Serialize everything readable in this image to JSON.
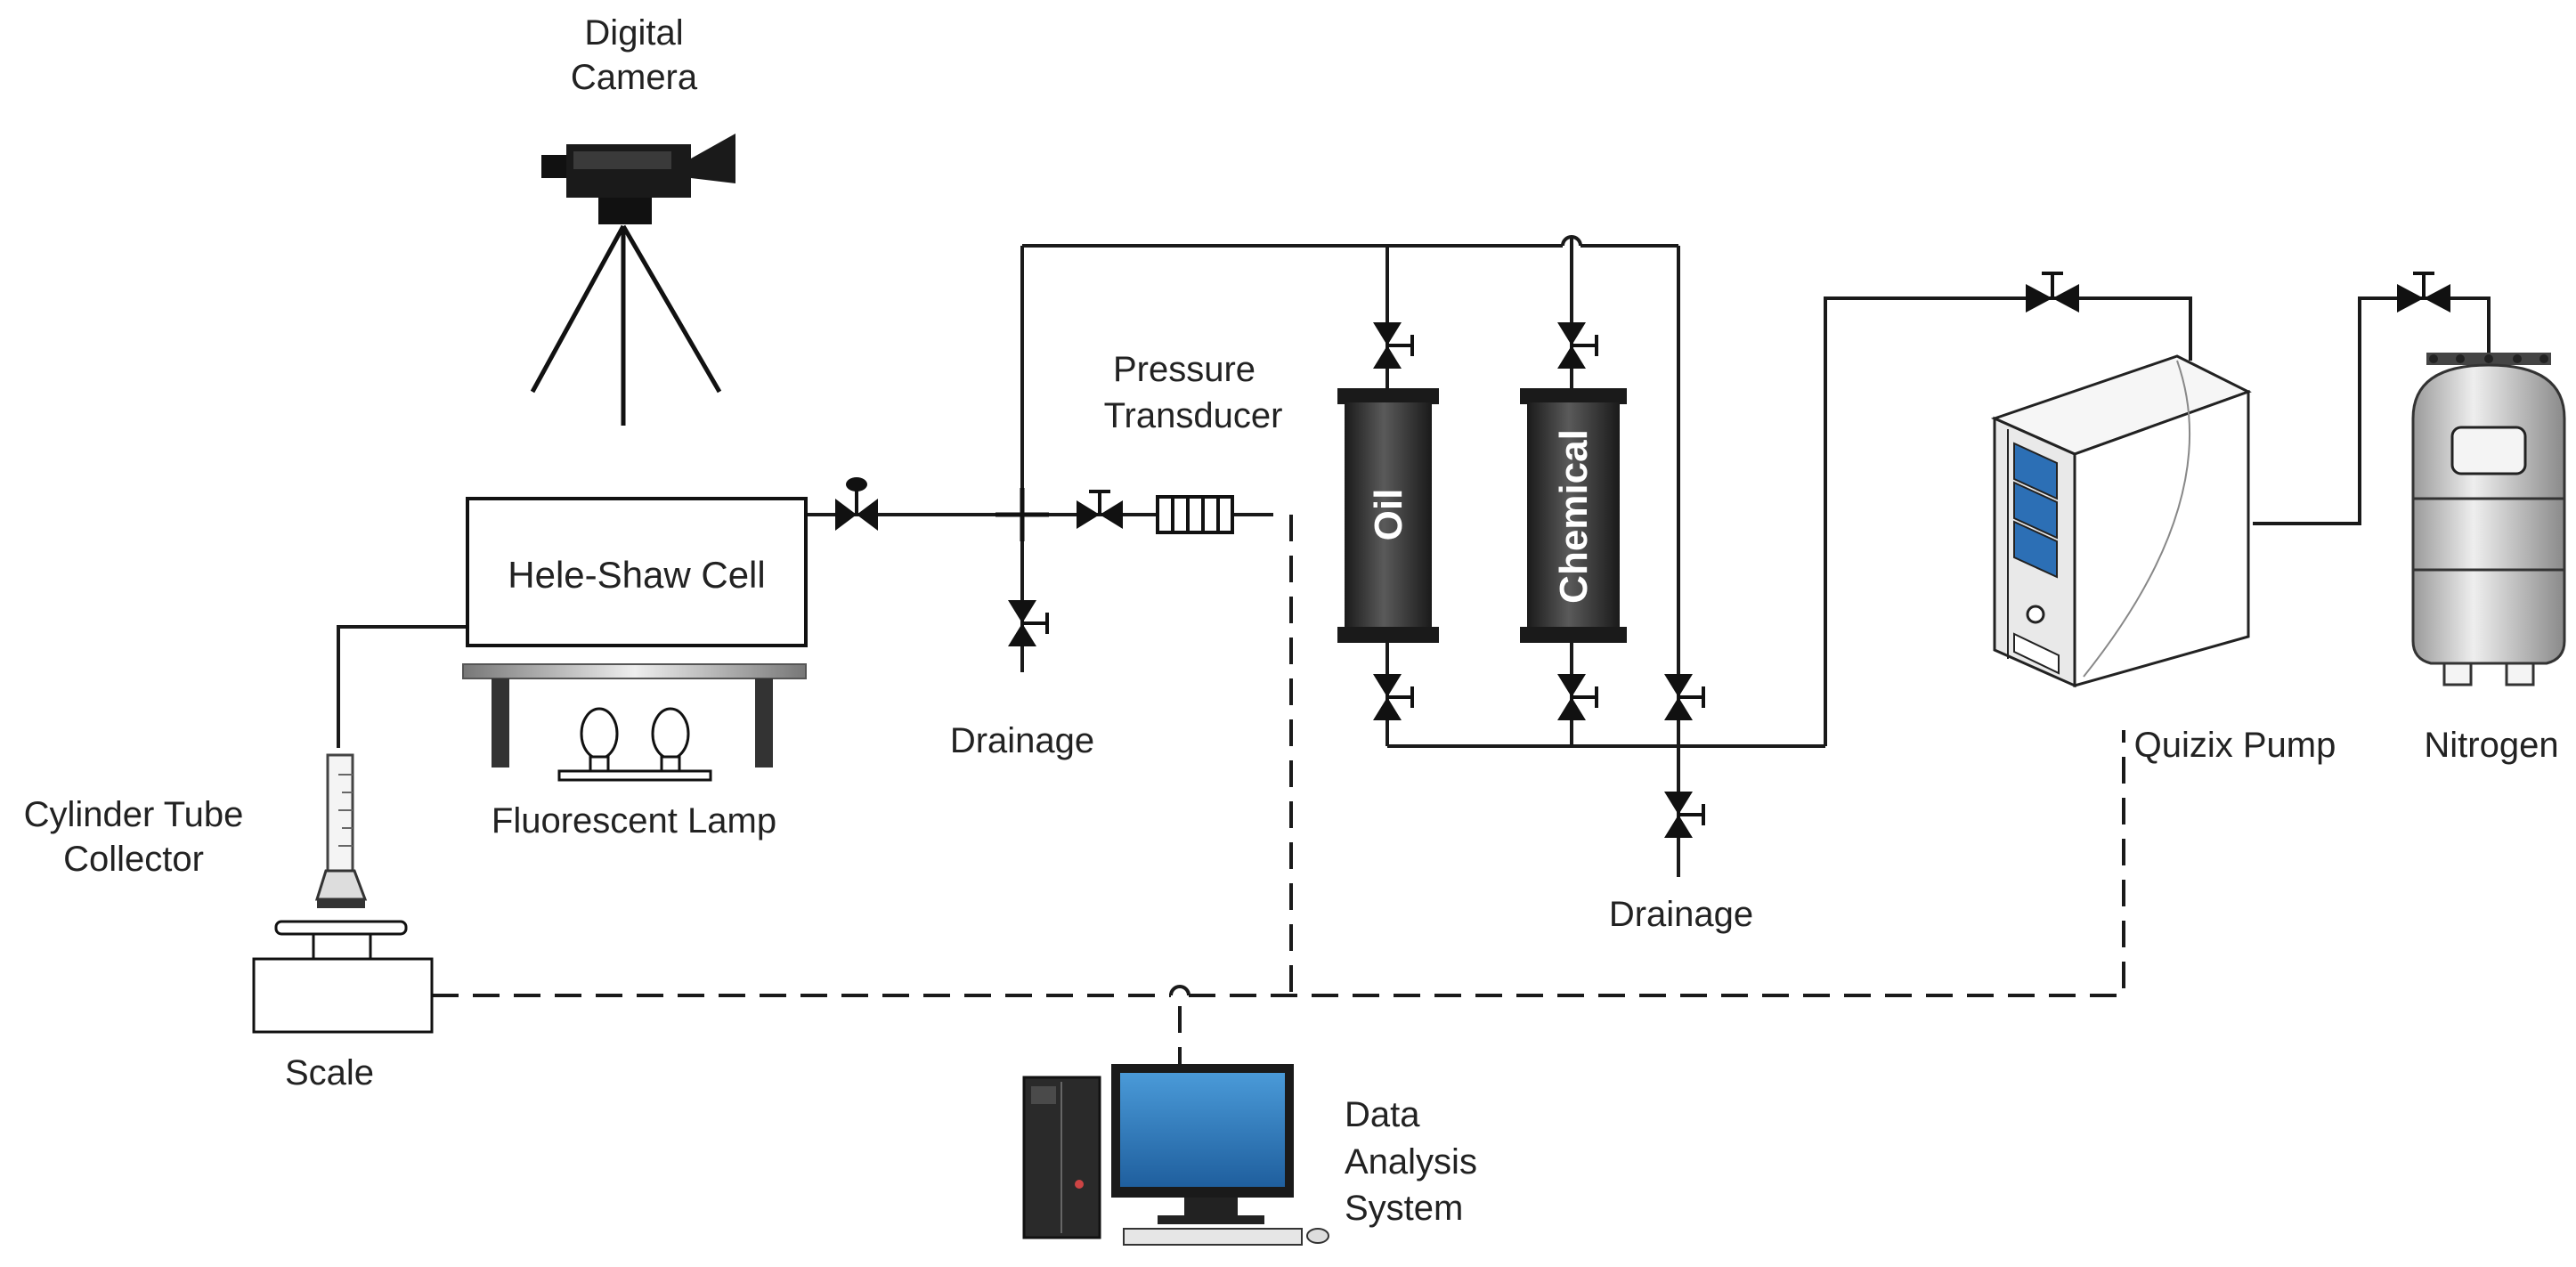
{
  "labels": {
    "camera_1": "Digital",
    "camera_2": "Camera",
    "pressure_1": "Pressure",
    "pressure_2": "Transducer",
    "hele_shaw": "Hele-Shaw Cell",
    "drainage_left": "Drainage",
    "drainage_right": "Drainage",
    "fluorescent": "Fluorescent Lamp",
    "cylinder_1": "Cylinder Tube",
    "cylinder_2": "Collector",
    "scale": "Scale",
    "quizix": "Quizix Pump",
    "nitrogen": "Nitrogen",
    "data_1": "Data",
    "data_2": "Analysis",
    "data_3": "System",
    "oil": "Oil",
    "chemical": "Chemical"
  },
  "colors": {
    "line": "#1a1a1a",
    "screen": "#2c6fb5",
    "cylinder_dark": "#2a2a2a",
    "tank_grey": "#c8c8c8"
  }
}
